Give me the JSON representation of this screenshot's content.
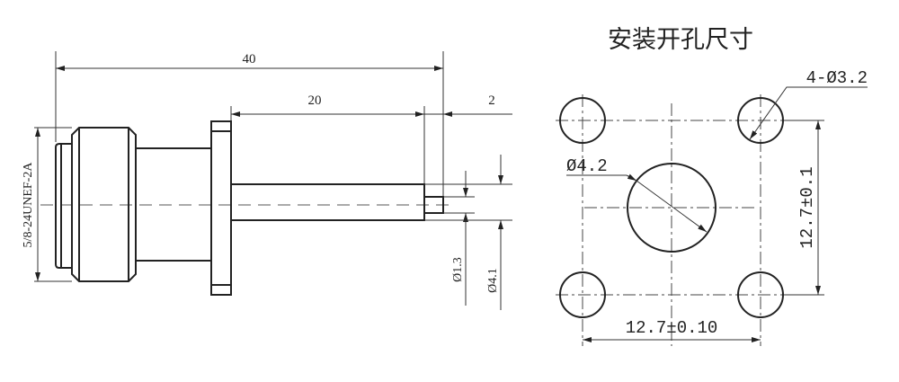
{
  "side_view": {
    "dim_overall": "40",
    "dim_pin_length": "20",
    "dim_tip_length": "2",
    "thread_spec": "5/8-24UNEF-2A",
    "dim_tip_diameter": "Ø1.3",
    "dim_pin_diameter": "Ø4.1"
  },
  "mounting_view": {
    "title": "安装开孔尺寸",
    "hole_callout": "4-Ø3.2",
    "center_hole_callout": "Ø4.2",
    "vertical_spacing": "12.7±0.1",
    "horizontal_spacing": "12.7±0.10"
  },
  "colors": {
    "line": "#222222",
    "background": "#ffffff"
  }
}
